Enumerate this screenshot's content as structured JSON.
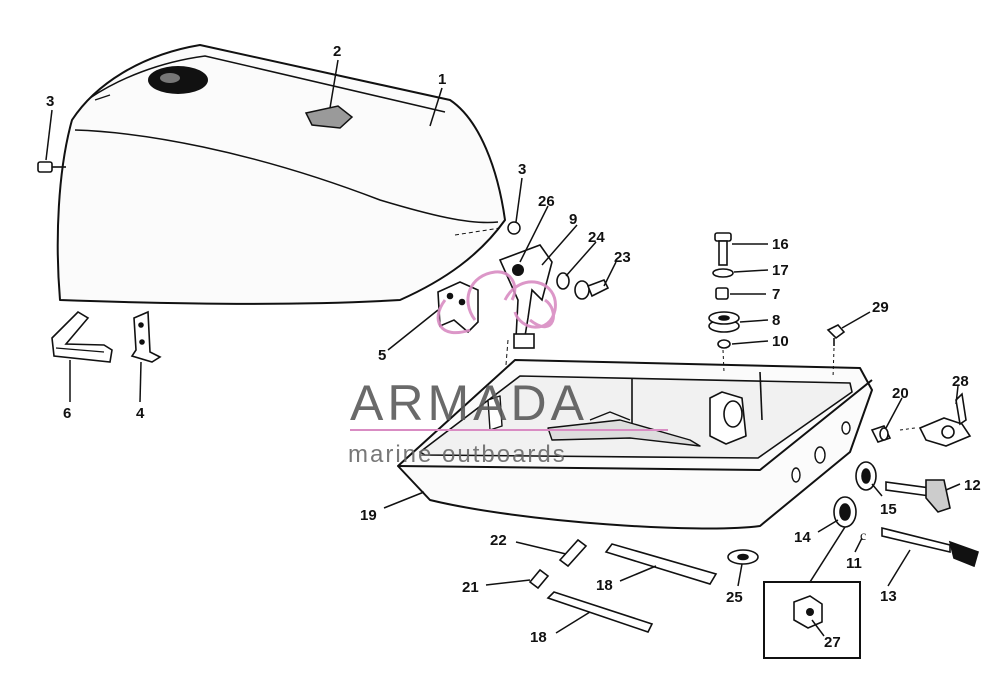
{
  "watermark": {
    "name": "ARMADA",
    "tagline": "marine outboards",
    "logo_color": "#d98cc3"
  },
  "callouts": {
    "c1": "1",
    "c2": "2",
    "c3a": "3",
    "c3b": "3",
    "c4": "4",
    "c5": "5",
    "c6": "6",
    "c7": "7",
    "c8": "8",
    "c9": "9",
    "c10": "10",
    "c11": "11",
    "c12": "12",
    "c13": "13",
    "c14": "14",
    "c15": "15",
    "c16": "16",
    "c17": "17",
    "c18a": "18",
    "c18b": "18",
    "c19": "19",
    "c20": "20",
    "c21": "21",
    "c22": "22",
    "c23": "23",
    "c24": "24",
    "c25": "25",
    "c26": "26",
    "c27": "27",
    "c28": "28",
    "c29": "29"
  }
}
